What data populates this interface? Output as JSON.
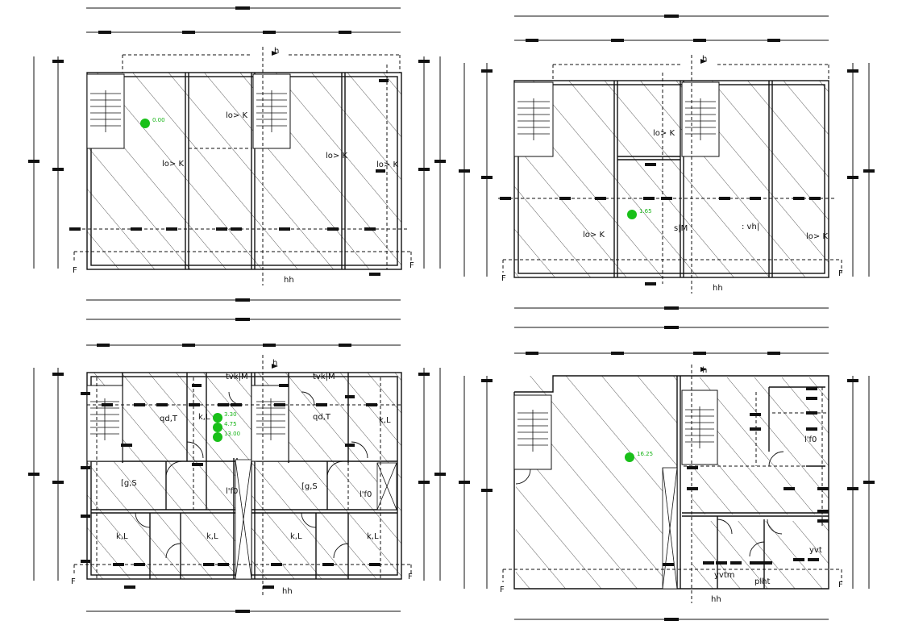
{
  "colors": {
    "line": "#111111",
    "hatch": "#333333",
    "level_marker": "#19c019",
    "background": "#ffffff"
  },
  "common": {
    "section_letter": "F",
    "axis_letter": "h",
    "axis_label_bottom": "hh"
  },
  "plans": [
    {
      "id": "top-left",
      "rooms": [
        "lo> K",
        "lo> K",
        "lo> K",
        "lo> K"
      ],
      "level": "0.00"
    },
    {
      "id": "top-right",
      "rooms": [
        "lo> K",
        "lo> K",
        "lo> K",
        "s|M",
        ": vh|"
      ],
      "level": "1.65"
    },
    {
      "id": "bottom-left",
      "rooms": [
        "tvk|M",
        "tvk|M",
        "qd,T",
        "qd,T",
        "k,L",
        "k,L",
        "[g,S",
        "[g,S",
        "l'f0",
        "l'f0",
        "k,L",
        "k,L",
        "k,L",
        "k,L"
      ],
      "levels": [
        "3.30",
        "4.75",
        "13.00"
      ]
    },
    {
      "id": "bottom-right",
      "rooms": [
        "l'f0",
        "yvt",
        "yvtm",
        "plht"
      ],
      "level": "16.25"
    }
  ]
}
